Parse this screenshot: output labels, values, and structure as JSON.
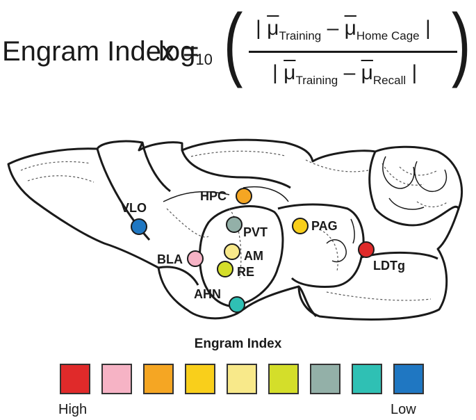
{
  "formula": {
    "lhs": "Engram Index = ",
    "log": "log",
    "log_base": "10",
    "mu": "μ",
    "minus": "–",
    "num_sub_a": "Training",
    "num_sub_b": "Home Cage",
    "den_sub_a": "Training",
    "den_sub_b": "Recall"
  },
  "regions": [
    {
      "label": "VLO",
      "color": "#1f77c2"
    },
    {
      "label": "HPC",
      "color": "#f5a623"
    },
    {
      "label": "PVT",
      "color": "#93b0a8"
    },
    {
      "label": "PAG",
      "color": "#f9cf1b"
    },
    {
      "label": "AM",
      "color": "#f8e98a"
    },
    {
      "label": "BLA",
      "color": "#f6b3c5"
    },
    {
      "label": "RE",
      "color": "#d4de2a"
    },
    {
      "label": "LDTg",
      "color": "#e02a2a"
    },
    {
      "label": "AHN",
      "color": "#2fc0b4"
    }
  ],
  "legend": {
    "title": "Engram Index",
    "high_label": "High",
    "low_label": "Low",
    "colors": [
      "#e02a2a",
      "#f6b3c5",
      "#f5a623",
      "#f9cf1b",
      "#f8e98a",
      "#d4de2a",
      "#93b0a8",
      "#2fc0b4",
      "#1f77c2"
    ]
  }
}
